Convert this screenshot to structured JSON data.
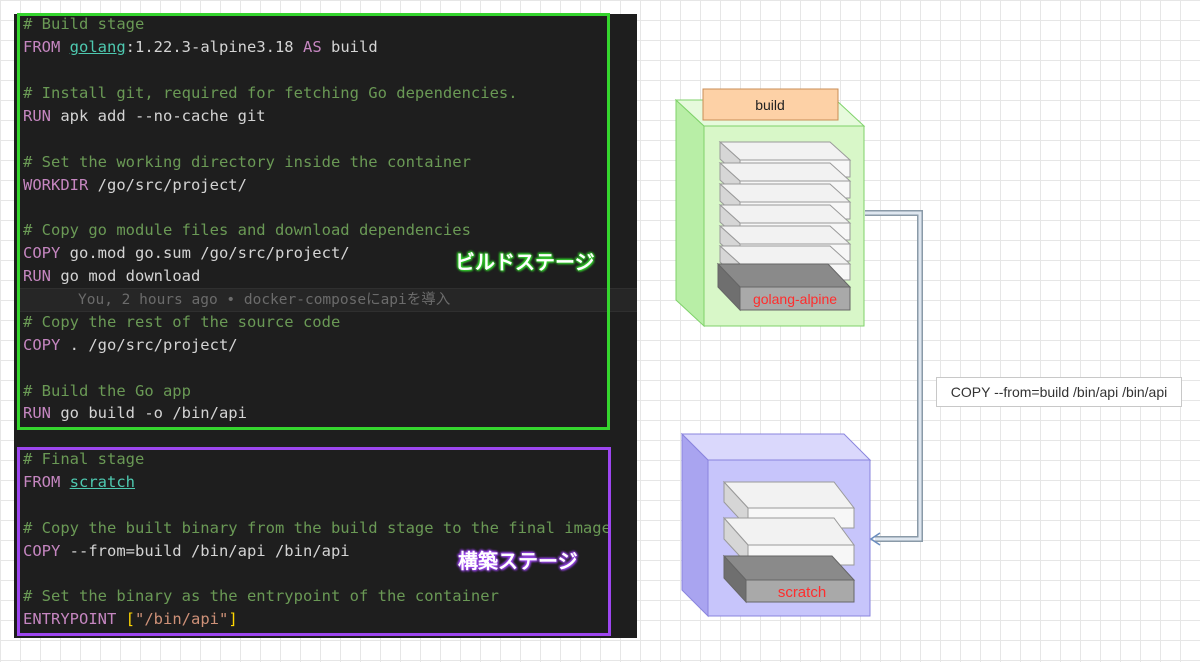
{
  "code": {
    "lines": [
      {
        "comment": "# Build stage"
      },
      {
        "kw1": "FROM",
        "link": "golang",
        "rest": ":1.22.3-alpine3.18 ",
        "kw2": "AS",
        "tail": " build"
      },
      {
        "comment": "# Install git, required for fetching Go dependencies."
      },
      {
        "kw1": "RUN",
        "rest": " apk add --no-cache git"
      },
      {
        "comment": "# Set the working directory inside the container"
      },
      {
        "kw1": "WORKDIR",
        "rest": " /go/src/project/"
      },
      {
        "comment": "# Copy go module files and download dependencies"
      },
      {
        "kw1": "COPY",
        "rest": " go.mod go.sum /go/src/project/"
      },
      {
        "kw1": "RUN",
        "rest": " go mod download"
      },
      {
        "comment": "# Copy the rest of the source code"
      },
      {
        "kw1": "COPY",
        "rest": " . /go/src/project/"
      },
      {
        "comment": "# Build the Go app"
      },
      {
        "kw1": "RUN",
        "rest": " go build -o /bin/api"
      },
      {
        "comment": "# Final stage"
      },
      {
        "kw1": "FROM",
        "link": "scratch"
      },
      {
        "comment": "# Copy the built binary from the build stage to the final image"
      },
      {
        "kw1": "COPY",
        "rest": " --from=build /bin/api /bin/api"
      },
      {
        "comment": "# Set the binary as the entrypoint of the container"
      },
      {
        "kw1": "ENTRYPOINT",
        "sp": " ",
        "br_open": "[",
        "str": "\"/bin/api\"",
        "br_close": "]"
      }
    ],
    "blame": "You, 2 hours ago • docker-composeにapiを導入"
  },
  "labels": {
    "build_stage": "ビルドステージ",
    "final_stage": "構築ステージ"
  },
  "diagram": {
    "build_tag": "build",
    "build_base": "golang-alpine",
    "final_base": "scratch",
    "copy_command": "COPY --from=build /bin/api /bin/api"
  },
  "colors": {
    "build_stage_border": "#35d52e",
    "final_stage_border": "#9d46f0",
    "build_cube_fill": "#d8f7c8",
    "final_cube_fill": "#c7c5fb",
    "base_label_text": "#ff2d2d",
    "build_tag_fill": "#fdd1a6"
  }
}
